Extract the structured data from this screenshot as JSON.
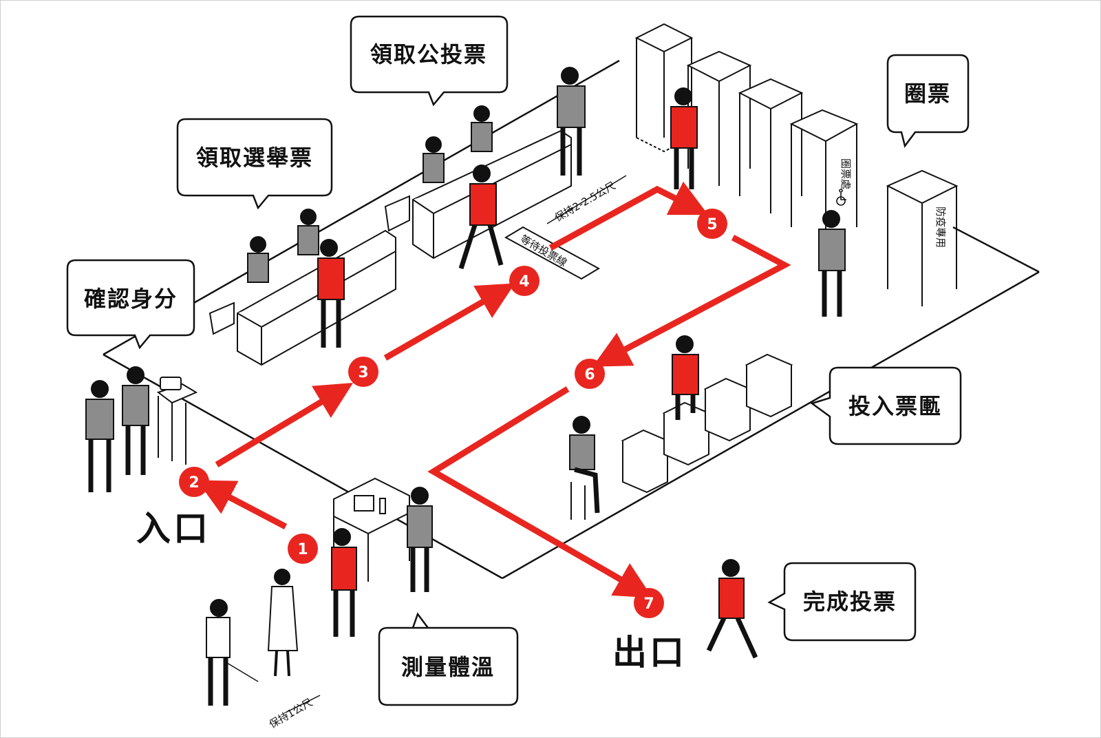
{
  "colors": {
    "route": "#e8261f",
    "figure_highlight": "#e8261f",
    "figure_staff": "#8c8c8c",
    "ink": "#111111",
    "paper": "#ffffff"
  },
  "steps": {
    "s1": "1",
    "s2": "2",
    "s3": "3",
    "s4": "4",
    "s5": "5",
    "s6": "6",
    "s7": "7"
  },
  "callouts": {
    "confirm_identity": "確認身分",
    "receive_election_ballot": "領取選舉票",
    "receive_referendum_ballot": "領取公投票",
    "mark_ballot": "圈票",
    "ballot_box": "投入票匭",
    "measure_temperature": "測量體溫",
    "finish_voting": "完成投票"
  },
  "labels": {
    "entrance": "入口",
    "exit": "出口",
    "keep_distance_2m": "保持2-2.5公尺",
    "waiting_line": "等待投票線",
    "keep_distance_1m": "保持1公尺",
    "voting_booth": "圈票處",
    "epidemic_booth": "防疫專用"
  },
  "icons": {
    "wheelchair": "wheelchair-icon"
  }
}
